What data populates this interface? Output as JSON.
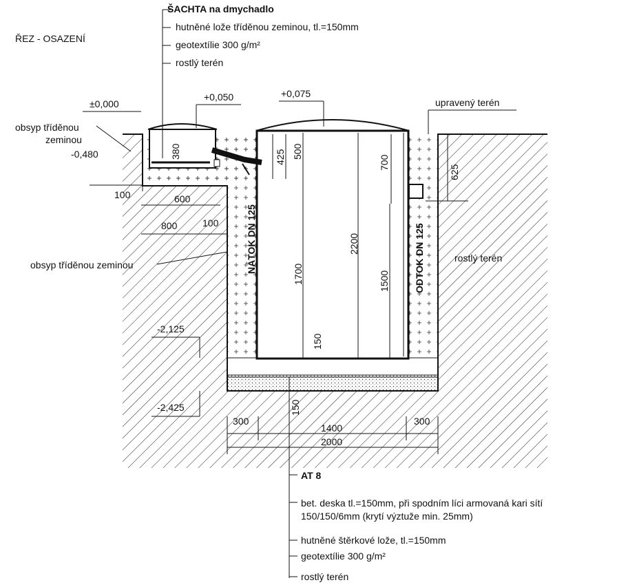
{
  "title": "ŘEZ - OSAZENÍ",
  "top_labels": {
    "shaft": "ŠACHTA na dmychadlo",
    "bed": "hutněné lože tříděnou zeminou, tl.=150mm",
    "geotextile": "geotextílie 300 g/m²",
    "ground": "rostlý terén"
  },
  "levels": {
    "zero": "±0,000",
    "shaft_top": "+0,050",
    "tank_top": "+0,075",
    "shaft_bottom": "-0,480",
    "tank_bottom": "-2,125",
    "slab_bottom": "-2,425"
  },
  "side_labels": {
    "backfill_top": "obsyp tříděnou\nzeminou",
    "backfill_side": "obsyp tříděnou zeminou",
    "adjusted_terrain": "upravený terén",
    "native_ground": "rostlý terén",
    "inlet": "NÁTOK DN 125",
    "outlet": "ODTOK DN 125"
  },
  "dimensions": {
    "shaft_height": "380",
    "d100_left": "100",
    "d600": "600",
    "d800": "800",
    "d100_right": "100",
    "d425": "425",
    "d500": "500",
    "d700": "700",
    "d625": "625",
    "d2200": "2200",
    "d1700": "1700",
    "d1500": "1500",
    "d150_inner": "150",
    "d150_slab": "150",
    "d300_left": "300",
    "d1400": "1400",
    "d300_right": "300",
    "d2000": "2000"
  },
  "bottom_labels": {
    "tank": "AT 8",
    "slab_line1": "bet. deska tl.=150mm, při spodním líci armovaná kari sítí",
    "slab_line2": "150/150/6mm (krytí výztuže min. 25mm)",
    "gravel": "hutněné štěrkové lože, tl.=150mm",
    "geotextile": "geotextílie 300 g/m²",
    "ground": "rostlý terén"
  }
}
